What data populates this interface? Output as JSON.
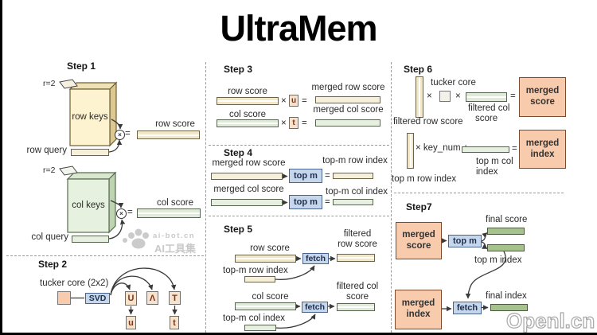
{
  "title": "UltraMem",
  "colors": {
    "tan_fill": "#f2e8c9",
    "green_fill": "#dfeada",
    "green_dark_fill": "#a7c38d",
    "orange_fill": "#f8cbad",
    "blue_fill": "#c6d7eb",
    "row_keys_fill": "#fdf3d0",
    "col_keys_fill": "#e7f1df"
  },
  "steps": {
    "s1": {
      "label": "Step 1",
      "r": "r=2",
      "row_keys": "row keys",
      "row_query": "row query",
      "row_score": "row score",
      "col_keys": "col keys",
      "col_query": "col query",
      "col_score": "col score",
      "mul": "×",
      "eq": "="
    },
    "s2": {
      "label": "Step 2",
      "tucker": "tucker core (2x2)",
      "svd": "SVD",
      "U": "U",
      "lambda": "Λ",
      "T": "T",
      "u": "u",
      "t": "t"
    },
    "s3": {
      "label": "Step 3",
      "row_score": "row score",
      "u": "u",
      "merged_row_score": "merged row score",
      "col_score": "col score",
      "t": "t",
      "merged_col_score": "merged col score",
      "mul": "×",
      "eq": "="
    },
    "s4": {
      "label": "Step 4",
      "merged_row_score": "merged row score",
      "top_m": "top m",
      "top_m_row_index": "top-m row index",
      "merged_col_score": "merged col score",
      "top_m_col_index": "top-m col index",
      "eq": "="
    },
    "s5": {
      "label": "Step 5",
      "row_score": "row score",
      "fetch": "fetch",
      "filtered_row_l1": "filtered",
      "filtered_row_l2": "row score",
      "top_m_row_index": "top-m row index",
      "col_score": "col score",
      "filtered_col_l1": "filtered col",
      "filtered_col_l2": "score",
      "top_m_col_index": "top-m col index"
    },
    "s6": {
      "label": "Step 6",
      "tucker_core": "tucker core",
      "filtered_row_score": "filtered row score",
      "filtered_col_l1": "filtered col",
      "filtered_col_l2": "score",
      "merged_score": "merged score",
      "key_num": "× key_num +",
      "top_m_row_index": "top m row index",
      "top_m_col_l1": "top m col",
      "top_m_col_l2": "index",
      "merged_index": "merged index",
      "mul": "×",
      "eq": "="
    },
    "s7": {
      "label": "Step7",
      "merged_score": "merged score",
      "top_m": "top m",
      "final_score": "final score",
      "top_m_index": "top m index",
      "merged_index": "merged index",
      "fetch": "fetch",
      "final_index": "final index"
    }
  },
  "watermarks": {
    "site": "ai-bot.cn",
    "cn": "AI工具集",
    "corner": "Openl.cn"
  }
}
